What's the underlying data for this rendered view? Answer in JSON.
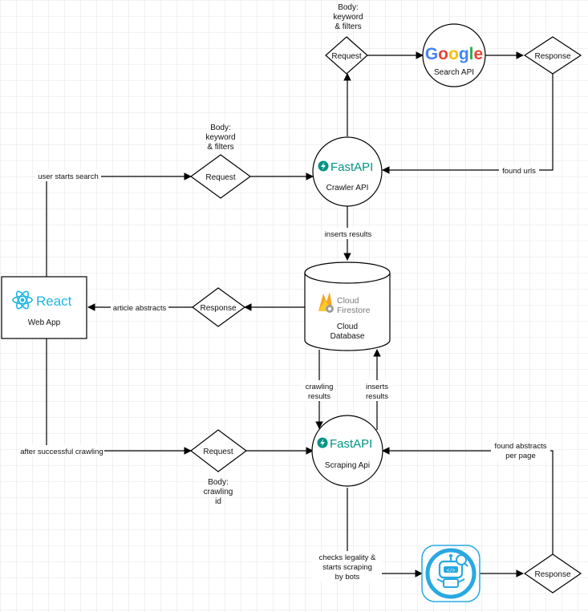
{
  "nodes": {
    "web_app": {
      "logo_text": "React",
      "label": "Web App"
    },
    "crawler_api": {
      "logo_text": "FastAPI",
      "label": "Crawler API"
    },
    "scraping_api": {
      "logo_text": "FastAPI",
      "label": "Scraping Api"
    },
    "search_api": {
      "logo_text": "Google",
      "label": "Search API"
    },
    "cloud_db": {
      "logo_line1": "Cloud",
      "logo_line2": "Firestore",
      "label_line1": "Cloud",
      "label_line2": "Database"
    },
    "bot": {
      "icon": "robot-icon"
    }
  },
  "decisions": {
    "request_search": "Request",
    "request_google": "Request",
    "response_google": "Response",
    "response_db": "Response",
    "request_scrape": "Request",
    "response_bot": "Response"
  },
  "notes": {
    "body_search": [
      "Body:",
      "keyword",
      "& filters"
    ],
    "body_google": [
      "Body:",
      "keyword",
      "& filters"
    ],
    "body_scrape": [
      "Body:",
      "crawling",
      "id"
    ]
  },
  "edges": {
    "user_starts_search": "user starts search",
    "found_urls": "found urls",
    "inserts_results": "inserts results",
    "article_abstracts": "article abstracts",
    "crawling_results": [
      "crawling",
      "results"
    ],
    "inserts_results_2": [
      "inserts",
      "results"
    ],
    "after_successful_crawling": "after successful crawling",
    "found_abstracts": [
      "found abstracts",
      "per page"
    ],
    "checks_legality": [
      "checks legality &",
      "starts scraping",
      "by bots"
    ]
  },
  "colors": {
    "grid": "#dcdcdc",
    "stroke": "#000000",
    "fastapi": "#009485",
    "react": "#1fb6e4",
    "robot": "#29a9e1",
    "firestore_orange": "#f5a623"
  }
}
